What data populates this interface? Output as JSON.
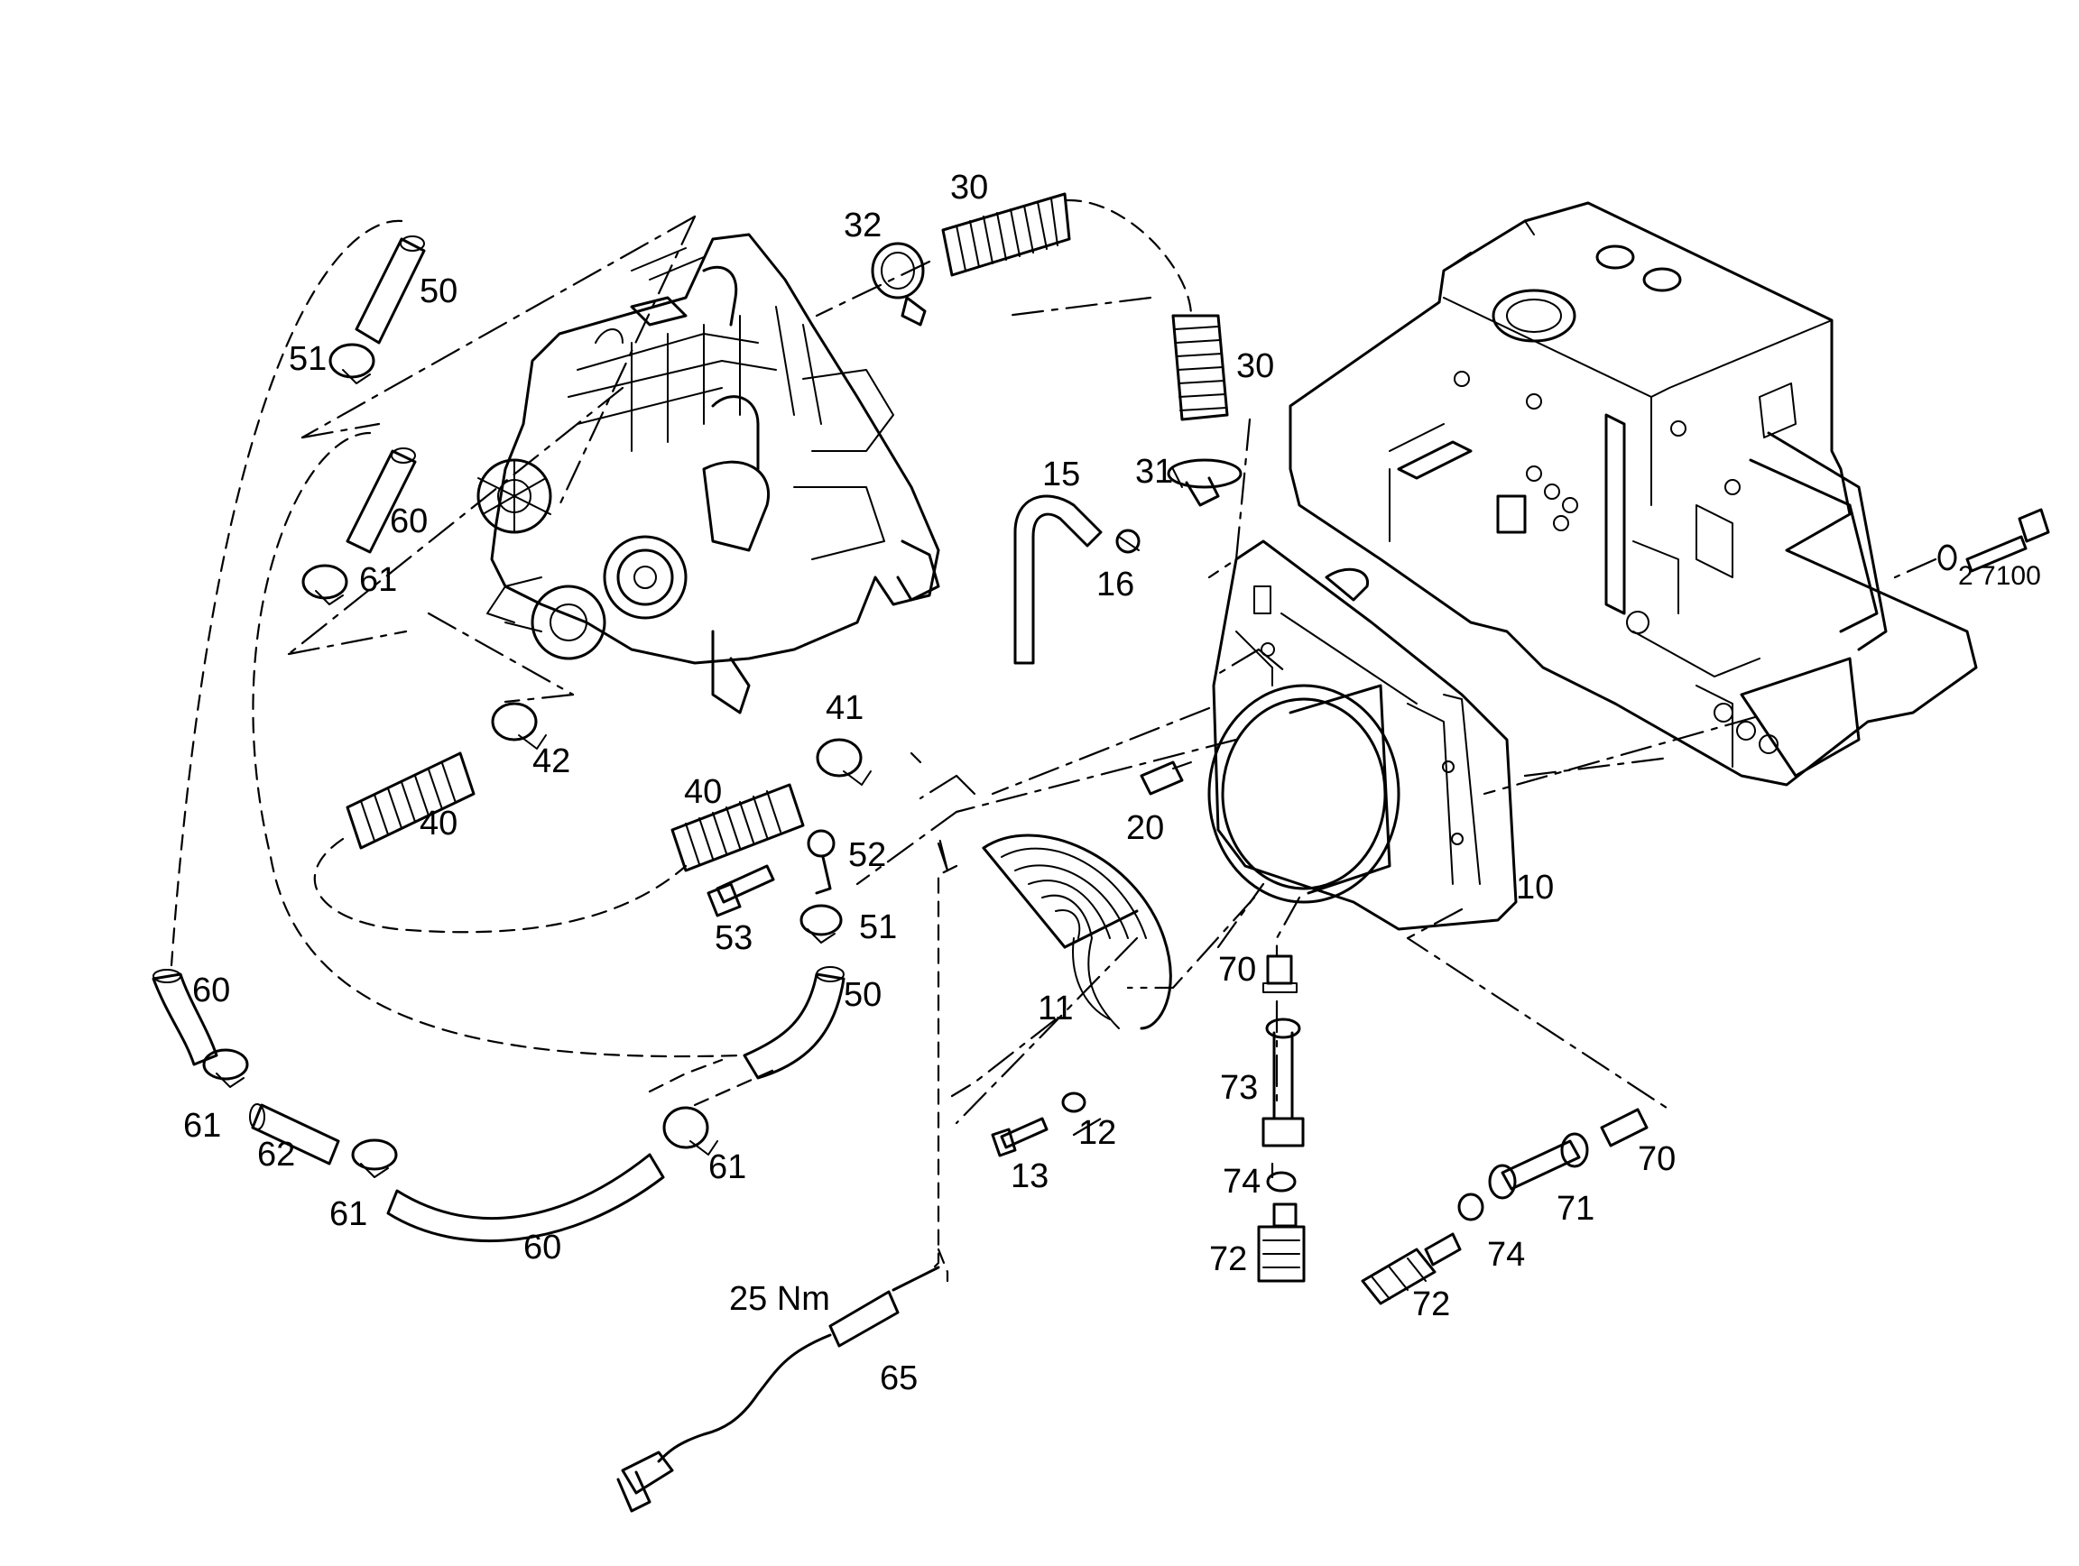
{
  "diagram": {
    "callouts": [
      {
        "id": "c30a",
        "text": "30"
      },
      {
        "id": "c32",
        "text": "32"
      },
      {
        "id": "c50a",
        "text": "50"
      },
      {
        "id": "c51a",
        "text": "51"
      },
      {
        "id": "c60a",
        "text": "60"
      },
      {
        "id": "c61a",
        "text": "61"
      },
      {
        "id": "c30b",
        "text": "30"
      },
      {
        "id": "c31",
        "text": "31"
      },
      {
        "id": "c15",
        "text": "15"
      },
      {
        "id": "c16",
        "text": "16"
      },
      {
        "id": "c27100",
        "text": "2 7100"
      },
      {
        "id": "c41",
        "text": "41"
      },
      {
        "id": "c42",
        "text": "42"
      },
      {
        "id": "c40a",
        "text": "40"
      },
      {
        "id": "c40b",
        "text": "40"
      },
      {
        "id": "c52",
        "text": "52"
      },
      {
        "id": "c20",
        "text": "20"
      },
      {
        "id": "c53",
        "text": "53"
      },
      {
        "id": "c51b",
        "text": "51"
      },
      {
        "id": "c10",
        "text": "10"
      },
      {
        "id": "c60b",
        "text": "60"
      },
      {
        "id": "c50b",
        "text": "50"
      },
      {
        "id": "c70a",
        "text": "70"
      },
      {
        "id": "c11",
        "text": "11"
      },
      {
        "id": "c73",
        "text": "73"
      },
      {
        "id": "c61b",
        "text": "61"
      },
      {
        "id": "c62",
        "text": "62"
      },
      {
        "id": "c12",
        "text": "12"
      },
      {
        "id": "c13",
        "text": "13"
      },
      {
        "id": "c70b",
        "text": "70"
      },
      {
        "id": "c61c",
        "text": "61"
      },
      {
        "id": "c61d",
        "text": "61"
      },
      {
        "id": "c74a",
        "text": "74"
      },
      {
        "id": "c71",
        "text": "71"
      },
      {
        "id": "c60c",
        "text": "60"
      },
      {
        "id": "c72a",
        "text": "72"
      },
      {
        "id": "c74b",
        "text": "74"
      },
      {
        "id": "c72b",
        "text": "72"
      },
      {
        "id": "c25nm",
        "text": "25 Nm"
      },
      {
        "id": "c65",
        "text": "65"
      }
    ]
  }
}
